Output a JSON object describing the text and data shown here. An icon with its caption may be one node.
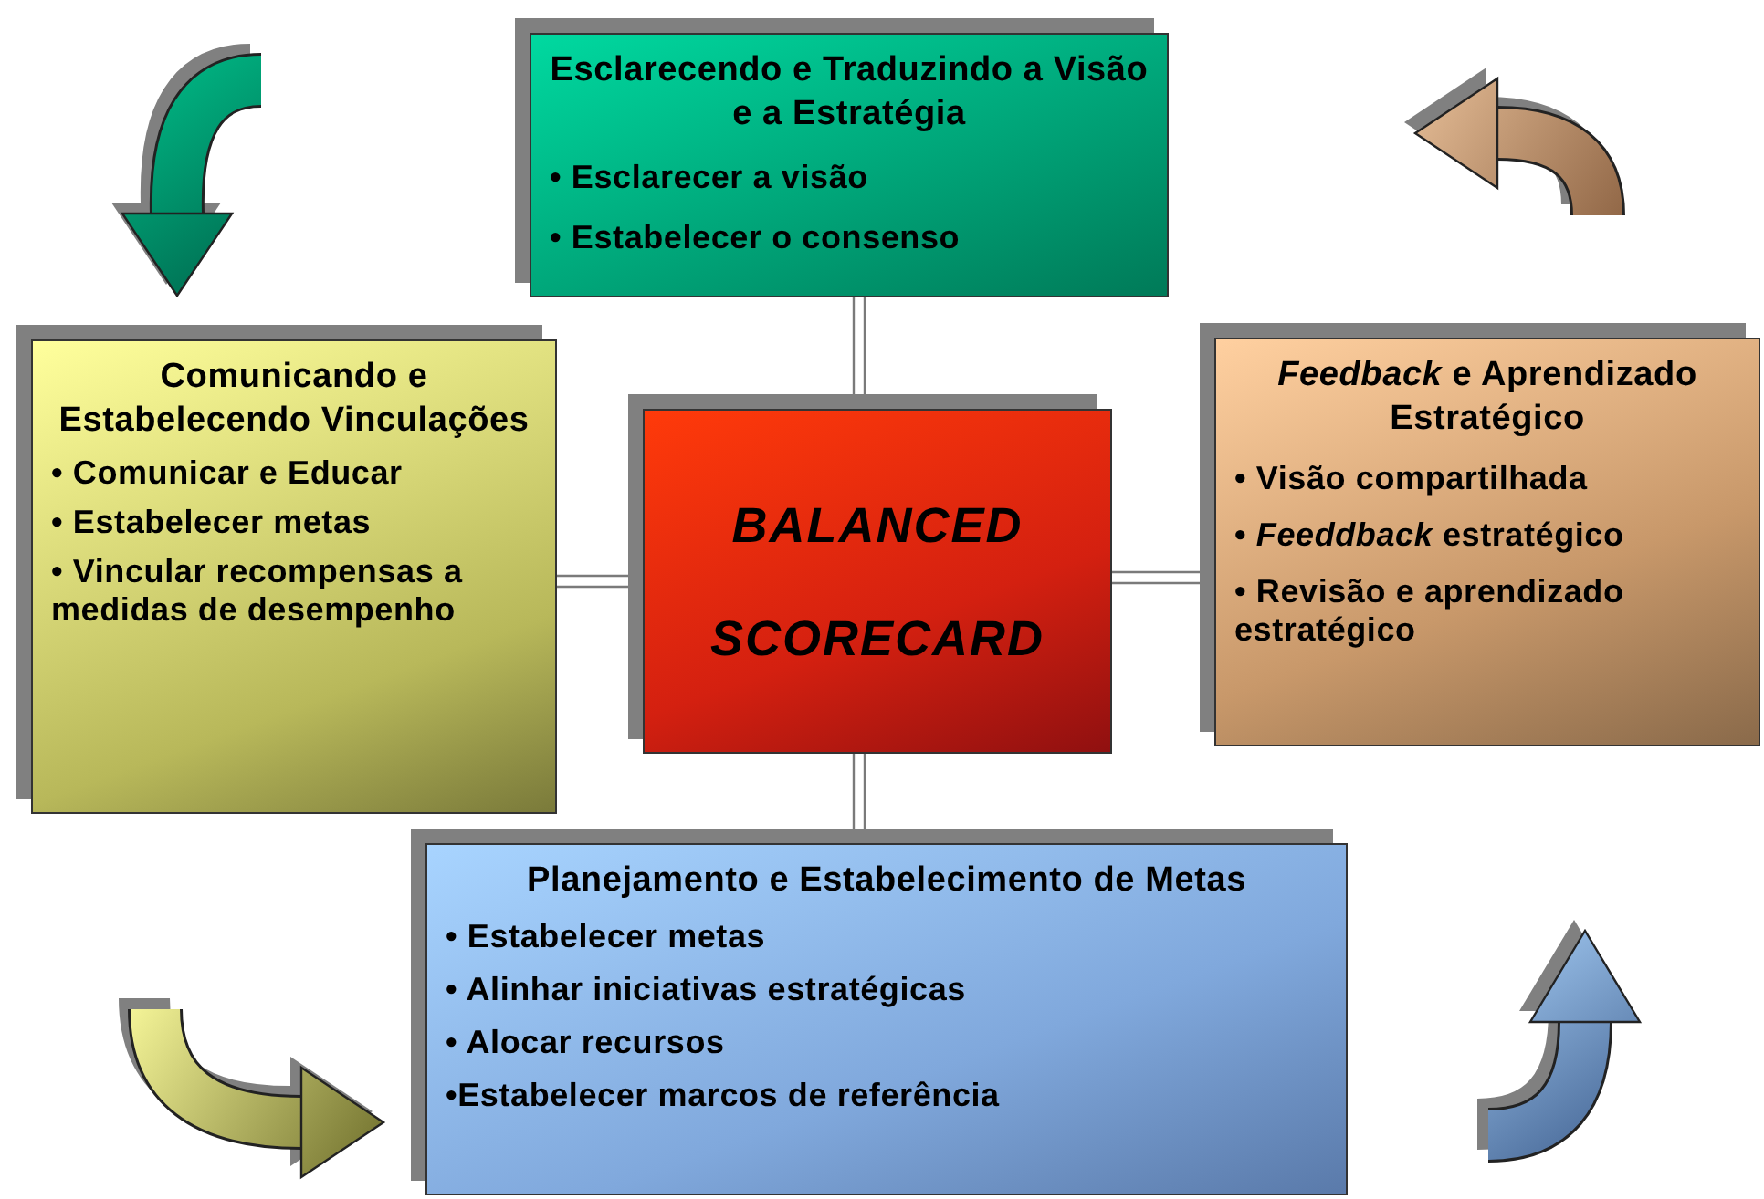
{
  "diagram": {
    "nodes": [
      {
        "text": [
          "Esclarecendo e Traduzindo a Visão e a Estratégia",
          "• Esclarecer a visão",
          "• Estabelecer o consenso"
        ]
      },
      {
        "text": [
          "Comunicando e Estabelecendo Vinculações",
          "• Comunicar e Educar",
          "• Estabelecer metas",
          "• Vincular recompensas a medidas de desempenho"
        ]
      },
      {
        "text": [
          "BALANCED SCORECARD"
        ]
      },
      {
        "text": [
          "*Feedback* e Aprendizado Estratégico",
          "• Visão compartilhada",
          "• *Feeddback* estratégico",
          "• Revisão e aprendizado estratégico"
        ]
      },
      {
        "text": [
          "Planejamento e Estabelecimento de Metas",
          "• Estabelecer metas",
          "• Alinhar iniciativas estratégicas",
          "• Alocar recursos",
          "•Estabelecer marcos de referência"
        ]
      }
    ],
    "edges": [
      {
        "from": 2,
        "to": 0,
        "arrow": "none"
      },
      {
        "from": 1,
        "to": 2,
        "arrow": "none"
      },
      {
        "from": 2,
        "to": 3,
        "arrow": "none"
      },
      {
        "from": 2,
        "to": 4,
        "arrow": "none"
      }
    ]
  }
}
